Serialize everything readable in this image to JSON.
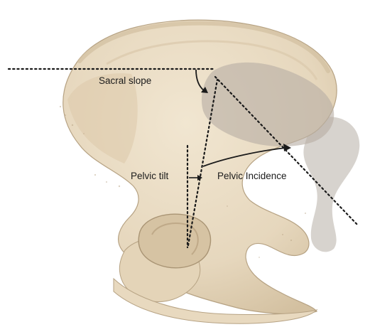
{
  "labels": {
    "sacral_slope": "Sacral slope",
    "pelvic_tilt": "Pelvic tilt",
    "pelvic_incidence": "Pelvic Incidence"
  },
  "colors": {
    "bone": "#e9dcc5",
    "bone_shadow": "#cdbb9c",
    "bone_outline": "#b6a283",
    "sacrum_overlay": "#b8afa5",
    "sacrum_tail": "#c9c4bd",
    "line": "#1a1a1a"
  }
}
